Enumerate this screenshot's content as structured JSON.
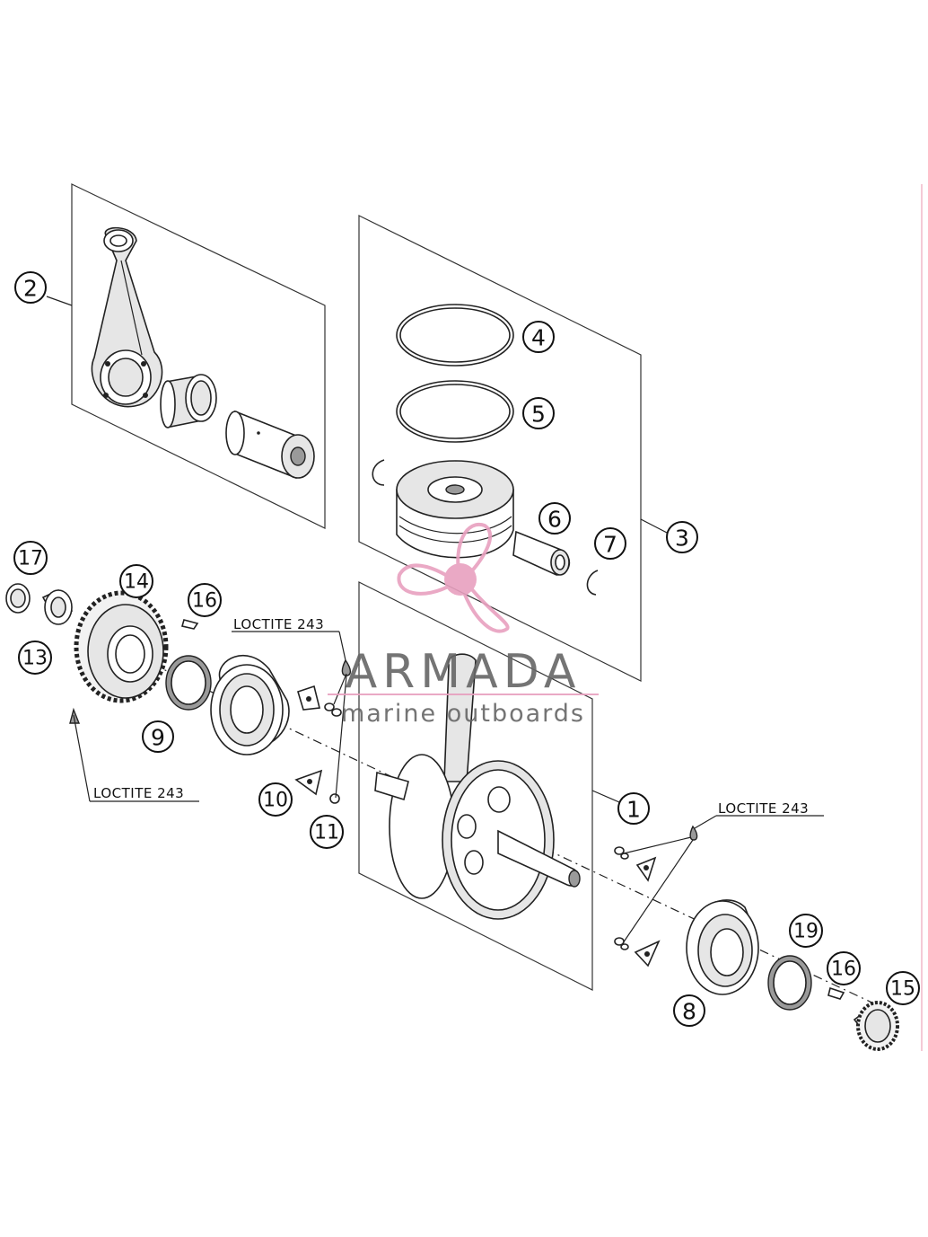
{
  "callouts": [
    {
      "num": "1"
    },
    {
      "num": "2"
    },
    {
      "num": "3"
    },
    {
      "num": "4"
    },
    {
      "num": "5"
    },
    {
      "num": "6"
    },
    {
      "num": "7"
    },
    {
      "num": "8"
    },
    {
      "num": "9"
    },
    {
      "num": "10"
    },
    {
      "num": "11"
    },
    {
      "num": "13"
    },
    {
      "num": "14"
    },
    {
      "num": "15"
    },
    {
      "num": "16"
    },
    {
      "num": "16"
    },
    {
      "num": "17"
    },
    {
      "num": "19"
    }
  ],
  "labels": {
    "loctite_top": "LOCTITE 243",
    "loctite_left": "LOCTITE 243",
    "loctite_right": "LOCTITE 243"
  },
  "watermark": {
    "brand": "ARMADA",
    "tagline": "marine outboards",
    "accent_color": "#e8a0bf",
    "text_color": "#6e6e6e"
  }
}
